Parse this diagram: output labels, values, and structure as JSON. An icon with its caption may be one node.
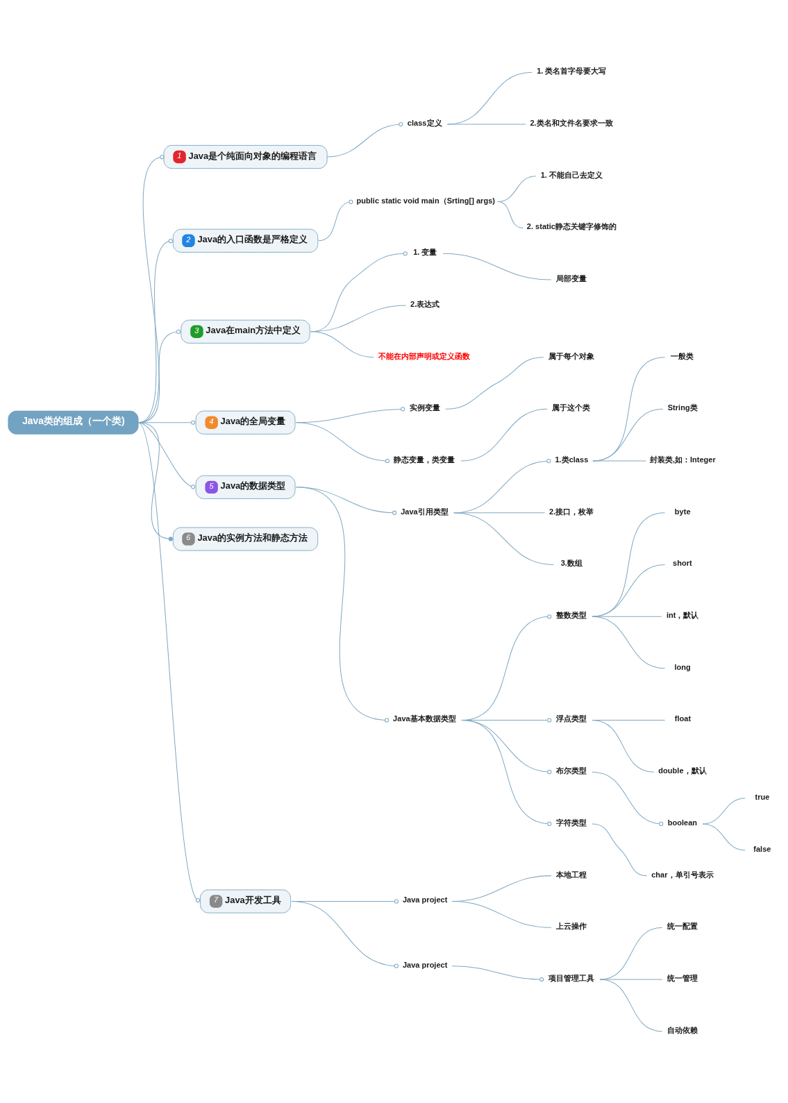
{
  "diagram": {
    "nodes": [
      {
        "text": [
          "Java类的组成（一个类)"
        ]
      },
      {
        "text": [
          "1",
          "Java是个纯面向对象的编程语言"
        ]
      },
      {
        "text": [
          "class定义"
        ]
      },
      {
        "text": [
          "1. 类名首字母要大写"
        ]
      },
      {
        "text": [
          "2.类名和文件名要求一致"
        ]
      },
      {
        "text": [
          "2",
          "Java的入口函数是严格定义"
        ]
      },
      {
        "text": [
          "public static void main（Srting[] args)"
        ]
      },
      {
        "text": [
          "1. 不能自己去定义"
        ]
      },
      {
        "text": [
          "2. static静态关键字修饰的"
        ]
      },
      {
        "text": [
          "3",
          "Java在main方法中定义"
        ]
      },
      {
        "text": [
          "1. 变量"
        ]
      },
      {
        "text": [
          "局部变量"
        ]
      },
      {
        "text": [
          "2.表达式"
        ]
      },
      {
        "text": [
          "不能在内部声明或定义函数"
        ]
      },
      {
        "text": [
          "4",
          "Java的全局变量"
        ]
      },
      {
        "text": [
          "实例变量"
        ]
      },
      {
        "text": [
          "属于每个对象"
        ]
      },
      {
        "text": [
          "静态变量，类变量"
        ]
      },
      {
        "text": [
          "属于这个类"
        ]
      },
      {
        "text": [
          "5",
          "Java的数据类型"
        ]
      },
      {
        "text": [
          "Java引用类型"
        ]
      },
      {
        "text": [
          "1.类class"
        ]
      },
      {
        "text": [
          "一般类"
        ]
      },
      {
        "text": [
          "String类"
        ]
      },
      {
        "text": [
          "封装类,如：Integer"
        ]
      },
      {
        "text": [
          "2.接口，枚举"
        ]
      },
      {
        "text": [
          "3.数组"
        ]
      },
      {
        "text": [
          "Java基本数据类型"
        ]
      },
      {
        "text": [
          "整数类型"
        ]
      },
      {
        "text": [
          "byte"
        ]
      },
      {
        "text": [
          "short"
        ]
      },
      {
        "text": [
          "int，默认"
        ]
      },
      {
        "text": [
          "long"
        ]
      },
      {
        "text": [
          "浮点类型"
        ]
      },
      {
        "text": [
          "float"
        ]
      },
      {
        "text": [
          "double，默认"
        ]
      },
      {
        "text": [
          "布尔类型"
        ]
      },
      {
        "text": [
          "boolean"
        ]
      },
      {
        "text": [
          "true"
        ]
      },
      {
        "text": [
          "false"
        ]
      },
      {
        "text": [
          "字符类型"
        ]
      },
      {
        "text": [
          "char，单引号表示"
        ]
      },
      {
        "text": [
          "6",
          "Java的实例方法和静态方法"
        ]
      },
      {
        "text": [
          "7",
          "Java开发工具"
        ]
      },
      {
        "text": [
          "Java project"
        ]
      },
      {
        "text": [
          "本地工程"
        ]
      },
      {
        "text": [
          "上云操作"
        ]
      },
      {
        "text": [
          "Java project"
        ]
      },
      {
        "text": [
          "项目管理工具"
        ]
      },
      {
        "text": [
          "统一配置"
        ]
      },
      {
        "text": [
          "统一管理"
        ]
      },
      {
        "text": [
          "自动依赖"
        ]
      }
    ],
    "edges": [
      {
        "from": 0,
        "to": 1,
        "arrow": "other"
      },
      {
        "from": 1,
        "to": 2,
        "arrow": "other"
      },
      {
        "from": 2,
        "to": 3,
        "arrow": "none"
      },
      {
        "from": 2,
        "to": 4,
        "arrow": "none"
      },
      {
        "from": 0,
        "to": 5,
        "arrow": "other"
      },
      {
        "from": 5,
        "to": 6,
        "arrow": "other"
      },
      {
        "from": 6,
        "to": 7,
        "arrow": "none"
      },
      {
        "from": 6,
        "to": 8,
        "arrow": "none"
      },
      {
        "from": 0,
        "to": 9,
        "arrow": "other"
      },
      {
        "from": 9,
        "to": 10,
        "arrow": "other"
      },
      {
        "from": 10,
        "to": 11,
        "arrow": "none"
      },
      {
        "from": 9,
        "to": 12,
        "arrow": "none"
      },
      {
        "from": 9,
        "to": 13,
        "arrow": "none"
      },
      {
        "from": 0,
        "to": 14,
        "arrow": "other"
      },
      {
        "from": 14,
        "to": 15,
        "arrow": "other"
      },
      {
        "from": 15,
        "to": 16,
        "arrow": "none"
      },
      {
        "from": 14,
        "to": 17,
        "arrow": "other"
      },
      {
        "from": 17,
        "to": 18,
        "arrow": "none"
      },
      {
        "from": 0,
        "to": 19,
        "arrow": "other"
      },
      {
        "from": 19,
        "to": 20,
        "arrow": "other"
      },
      {
        "from": 20,
        "to": 21,
        "arrow": "other"
      },
      {
        "from": 21,
        "to": 22,
        "arrow": "none"
      },
      {
        "from": 21,
        "to": 23,
        "arrow": "none"
      },
      {
        "from": 21,
        "to": 24,
        "arrow": "none"
      },
      {
        "from": 20,
        "to": 25,
        "arrow": "none"
      },
      {
        "from": 20,
        "to": 26,
        "arrow": "none"
      },
      {
        "from": 19,
        "to": 27,
        "arrow": "other"
      },
      {
        "from": 27,
        "to": 28,
        "arrow": "other"
      },
      {
        "from": 28,
        "to": 29,
        "arrow": "none"
      },
      {
        "from": 28,
        "to": 30,
        "arrow": "none"
      },
      {
        "from": 28,
        "to": 31,
        "arrow": "none"
      },
      {
        "from": 28,
        "to": 32,
        "arrow": "none"
      },
      {
        "from": 27,
        "to": 33,
        "arrow": "other"
      },
      {
        "from": 33,
        "to": 34,
        "arrow": "none"
      },
      {
        "from": 33,
        "to": 35,
        "arrow": "none"
      },
      {
        "from": 27,
        "to": 36,
        "arrow": "other"
      },
      {
        "from": 36,
        "to": 37,
        "arrow": "other"
      },
      {
        "from": 37,
        "to": 38,
        "arrow": "none"
      },
      {
        "from": 37,
        "to": 39,
        "arrow": "none"
      },
      {
        "from": 27,
        "to": 40,
        "arrow": "other"
      },
      {
        "from": 40,
        "to": 41,
        "arrow": "none"
      },
      {
        "from": 0,
        "to": 42,
        "arrow": "other"
      },
      {
        "from": 0,
        "to": 43,
        "arrow": "other"
      },
      {
        "from": 43,
        "to": 44,
        "arrow": "other"
      },
      {
        "from": 44,
        "to": 45,
        "arrow": "none"
      },
      {
        "from": 44,
        "to": 46,
        "arrow": "none"
      },
      {
        "from": 43,
        "to": 47,
        "arrow": "other"
      },
      {
        "from": 47,
        "to": 48,
        "arrow": "other"
      },
      {
        "from": 48,
        "to": 49,
        "arrow": "none"
      },
      {
        "from": 48,
        "to": 50,
        "arrow": "none"
      },
      {
        "from": 48,
        "to": 51,
        "arrow": "none"
      }
    ]
  }
}
